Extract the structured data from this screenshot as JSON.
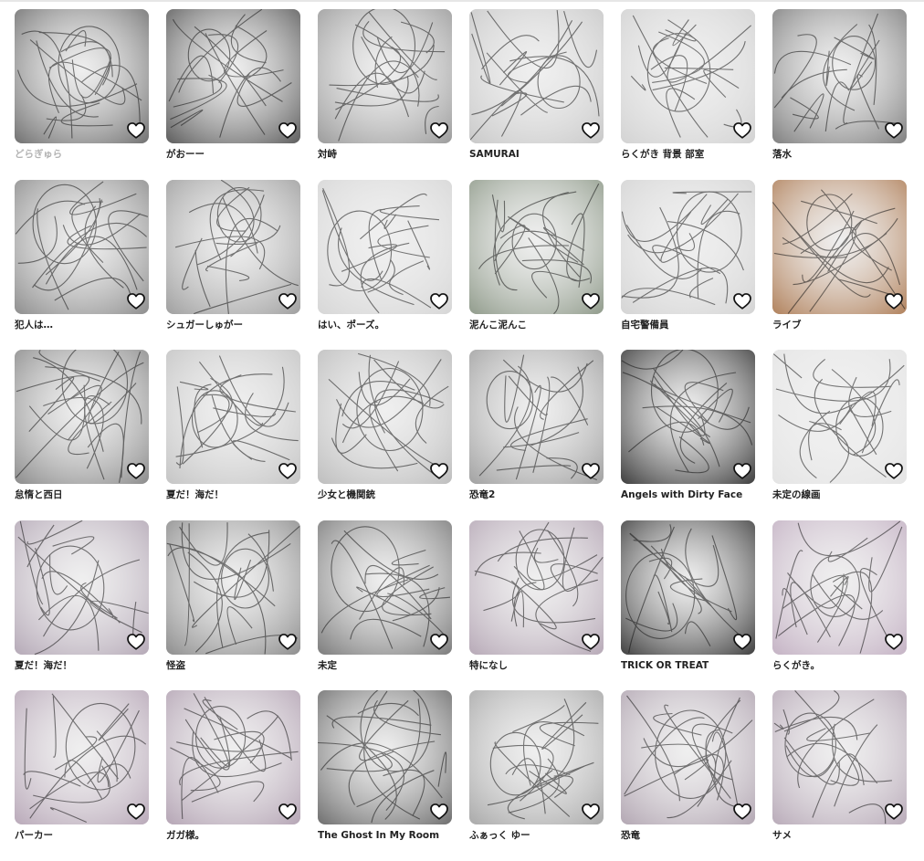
{
  "gallery": {
    "items": [
      {
        "title": "どらぎゅら",
        "tone": "#6e6e6e",
        "faded": true
      },
      {
        "title": "がおーー",
        "tone": "#5a5a5a"
      },
      {
        "title": "対峙",
        "tone": "#9a9a9a"
      },
      {
        "title": "SAMURAI",
        "tone": "#c8c8c8"
      },
      {
        "title": "らくがき 背景 部室",
        "tone": "#d2d2d2"
      },
      {
        "title": "落水",
        "tone": "#7e7e7e"
      },
      {
        "title": "犯人は…",
        "tone": "#8c8c8c"
      },
      {
        "title": "シュガーしゅがー",
        "tone": "#9e9e9e"
      },
      {
        "title": "はい、ポーズ。",
        "tone": "#d6d6d6"
      },
      {
        "title": "泥んこ泥んこ",
        "tone": "#8f9a8a"
      },
      {
        "title": "自宅警備員",
        "tone": "#d4d4d4"
      },
      {
        "title": "ライブ",
        "tone": "#b0805a"
      },
      {
        "title": "怠惰と西日",
        "tone": "#8a8a8a"
      },
      {
        "title": "夏だ！海だ！",
        "tone": "#c4c4c4"
      },
      {
        "title": "少女と機関銃",
        "tone": "#bdbdbd"
      },
      {
        "title": "恐竜2",
        "tone": "#a0a0a0"
      },
      {
        "title": "Angels with Dirty Face",
        "tone": "#3a3a3a"
      },
      {
        "title": "未定の線画",
        "tone": "#e4e4e4"
      },
      {
        "title": "夏だ！海だ！",
        "tone": "#b4a8b6"
      },
      {
        "title": "怪盗",
        "tone": "#8c8c8c"
      },
      {
        "title": "未定",
        "tone": "#7a7a7a"
      },
      {
        "title": "特になし",
        "tone": "#b6a8b6"
      },
      {
        "title": "TRICK OR TREAT",
        "tone": "#3c3c3c"
      },
      {
        "title": "らくがき。",
        "tone": "#c4b2c4"
      },
      {
        "title": "パーカー",
        "tone": "#b8a8b8"
      },
      {
        "title": "ガガ様。",
        "tone": "#b4a4b4"
      },
      {
        "title": "The Ghost In My Room",
        "tone": "#6c6c6c"
      },
      {
        "title": "ふぁっく ゆー",
        "tone": "#a8a8a8"
      },
      {
        "title": "恐竜",
        "tone": "#b2a6b2"
      },
      {
        "title": "サメ",
        "tone": "#b8aab8"
      }
    ],
    "icon": "heart-outline-icon"
  }
}
